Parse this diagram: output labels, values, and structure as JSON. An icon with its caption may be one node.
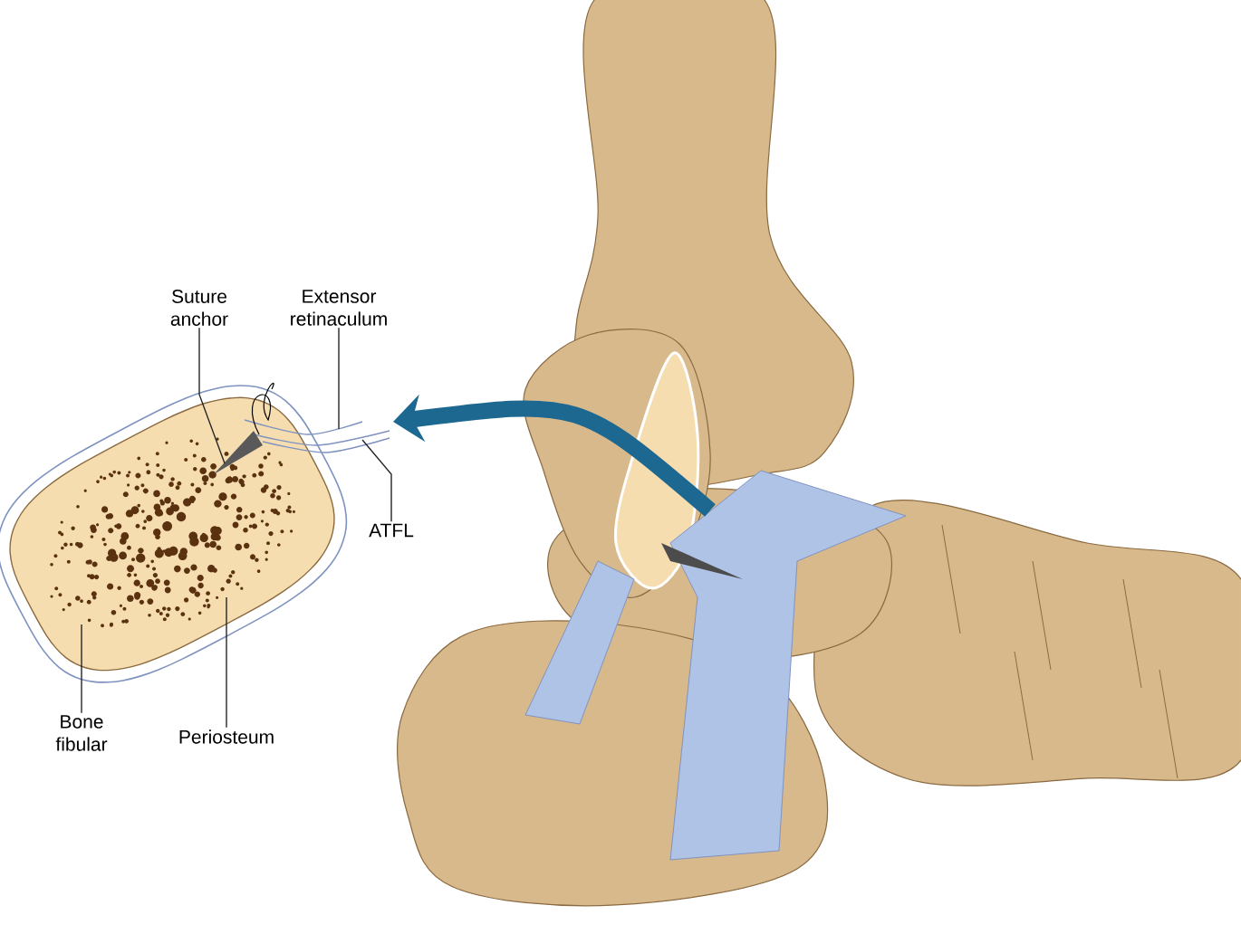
{
  "diagram": {
    "nodes": [
      {
        "text": [
          "Suture anchor"
        ]
      },
      {
        "text": [
          "Extensor retinaculum"
        ]
      },
      {
        "text": [
          "ATFL"
        ]
      },
      {
        "text": [
          "Bone fibular"
        ]
      },
      {
        "text": [
          "Periosteum"
        ]
      },
      {
        "text": [],
        "shape": "picture"
      },
      {
        "text": [],
        "shape": "picture"
      }
    ],
    "edges": [
      {
        "from": 0,
        "to": 5,
        "arrow": "none"
      },
      {
        "from": 1,
        "to": 5,
        "arrow": "none"
      },
      {
        "from": 2,
        "to": 5,
        "arrow": "none"
      },
      {
        "from": 3,
        "to": 5,
        "arrow": "none"
      },
      {
        "from": 4,
        "to": 5,
        "arrow": "none"
      },
      {
        "from": 6,
        "to": 5,
        "arrow": "to",
        "style": "thick",
        "color": "#1d6890"
      }
    ]
  }
}
